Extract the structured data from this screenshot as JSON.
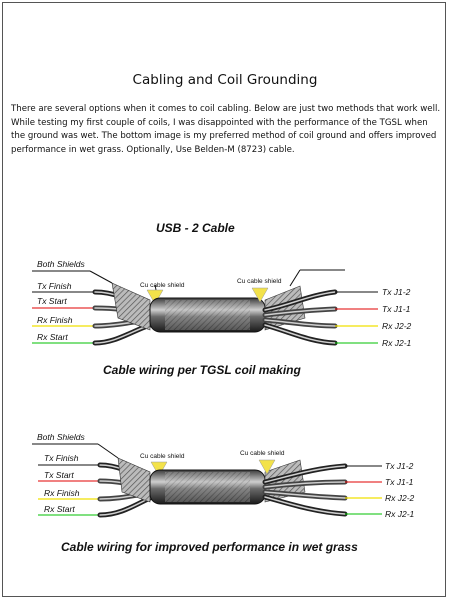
{
  "title": "Cabling and Coil Grounding",
  "intro": "There are several options when it comes to coil cabling. Below are just two methods that work well. While testing my first couple of coils, I was disappointed with the performance of the TGSL when the ground was wet.  The bottom image is  my preferred method of coil ground and offers improved performance in wet grass.      Optionally, Use Belden-M (8723)  cable.",
  "diagram1": {
    "title": "USB - 2 Cable",
    "left_labels": [
      "Both Shields",
      "Tx Finish",
      "Tx Start",
      "Rx Finish",
      "Rx Start"
    ],
    "shield_label_left": "Cu cable shield",
    "shield_label_right": "Cu cable shield",
    "right_labels": [
      "Tx J1-2",
      "Tx J1-1",
      "Rx J2-2",
      "Rx J2-1"
    ],
    "caption": "Cable wiring per TGSL coil making"
  },
  "diagram2": {
    "left_labels": [
      "Both Shields",
      "Tx Finish",
      "Tx Start",
      "Rx Finish",
      "Rx Start"
    ],
    "shield_label_left": "Cu cable shield",
    "shield_label_right": "Cu cable shield",
    "right_labels": [
      "Tx J1-2",
      "Tx J1-1",
      "Rx J2-2",
      "Rx J2-1"
    ],
    "caption": "Cable wiring for improved performance in wet grass"
  },
  "colors": {
    "wire_black": "#111111",
    "wire_red": "#e00000",
    "wire_yellow": "#f0e000",
    "wire_green": "#00c000",
    "shield_yellow": "#f3e24a"
  }
}
